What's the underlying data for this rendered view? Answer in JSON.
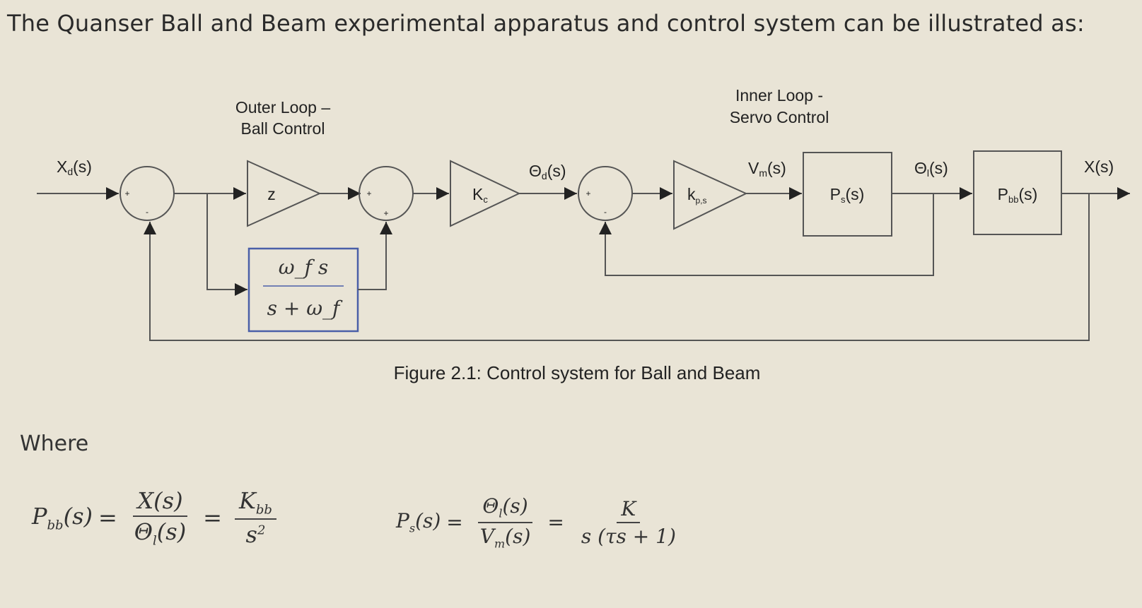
{
  "heading": "The Quanser Ball and Beam experimental apparatus and control system can be illustrated as:",
  "diagram": {
    "outer_loop_title_line1": "Outer Loop –",
    "outer_loop_title_line2": "Ball Control",
    "inner_loop_title_line1": "Inner Loop -",
    "inner_loop_title_line2": "Servo Control",
    "input_signal": {
      "main": "X",
      "sub": "d",
      "tail": "(s)"
    },
    "theta_d_signal": {
      "main": "Θ",
      "sub": "d",
      "tail": "(s)"
    },
    "vm_signal": {
      "main": "V",
      "sub": "m",
      "tail": "(s)"
    },
    "theta_l_signal": {
      "main": "Θ",
      "sub": "l",
      "tail": "(s)"
    },
    "output_signal": "X(s)",
    "gain_z": "z",
    "gain_kc": {
      "main": "K",
      "sub": "c"
    },
    "gain_kp": {
      "main": "k",
      "sub": "p,s"
    },
    "filter_num": "ω_f s",
    "filter_den": "s + ω_f",
    "plant_servo": {
      "main": "P",
      "sub": "s",
      "tail": "(s)"
    },
    "plant_beam": {
      "main": "P",
      "sub": "bb",
      "tail": "(s)"
    },
    "sign_plus": "+",
    "sign_minus": "-",
    "caption": "Figure 2.1: Control system for Ball and Beam"
  },
  "where_label": "Where",
  "equations": {
    "pbb": {
      "lhs": "P",
      "lhs_sub": "bb",
      "lhs_arg": "(s)",
      "frac1_num": "X(s)",
      "frac1_den": "Θ",
      "frac1_den_sub": "l",
      "frac1_den_arg": "(s)",
      "frac2_num": "K",
      "frac2_num_sub": "bb",
      "frac2_den": "s",
      "frac2_den_sup": "2",
      "equals": "="
    },
    "ps": {
      "lhs": "P",
      "lhs_sub": "s",
      "lhs_arg": "(s)",
      "frac1_num": "Θ",
      "frac1_num_sub": "l",
      "frac1_num_arg": "(s)",
      "frac1_den": "V",
      "frac1_den_sub": "m",
      "frac1_den_arg": "(s)",
      "frac2_num": "K",
      "frac2_den": "s (τs + 1)",
      "equals": "="
    }
  },
  "colors": {
    "background": "#e9e4d6",
    "line": "#555555",
    "filter_border": "#4a5fa8"
  }
}
